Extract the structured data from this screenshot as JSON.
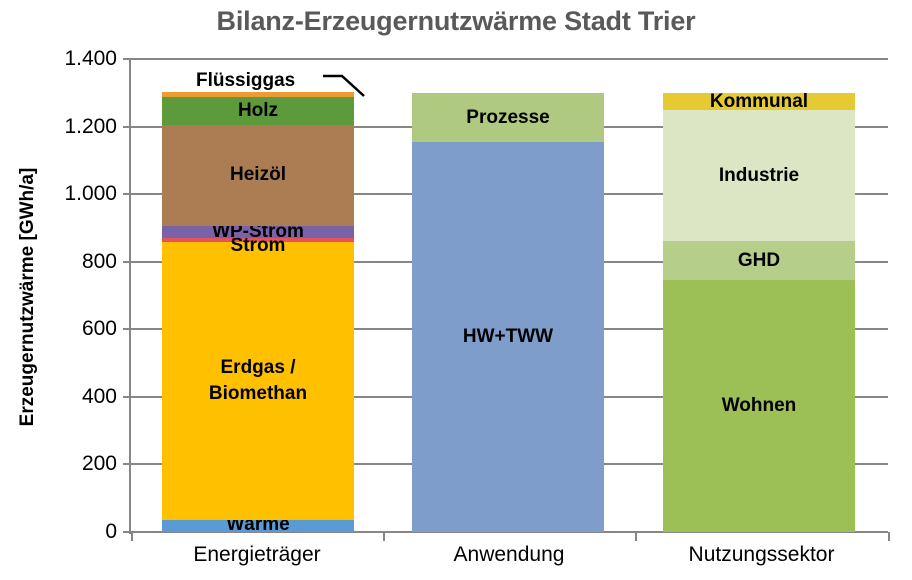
{
  "chart_data": {
    "type": "bar",
    "subtype": "stacked-bar",
    "title": "Bilanz-Erzeugernutzwärme Stadt Trier",
    "xlabel": "",
    "ylabel": "Erzeugernutzwärme [GWh/a]",
    "ylim": [
      0,
      1400
    ],
    "ytick_values": [
      0,
      200,
      400,
      600,
      800,
      1000,
      1200,
      1400
    ],
    "ytick_labels": [
      "0",
      "200",
      "400",
      "600",
      "800",
      "1.000",
      "1.200",
      "1.400"
    ],
    "grid": "horizontal",
    "legend": "none (direct segment labels)",
    "categories": [
      "Energieträger",
      "Anwendung",
      "Nutzungssektor"
    ],
    "stacks": [
      {
        "category": "Energieträger",
        "total": 1302,
        "segments": [
          {
            "label": "Wärme",
            "value": 35,
            "color": "#5B9BD5"
          },
          {
            "label": "Erdgas / Biomethan",
            "value": 823,
            "color": "#FFC000"
          },
          {
            "label": "Strom",
            "value": 12,
            "color": "#E8525C"
          },
          {
            "label": "WP-Strom",
            "value": 36,
            "color": "#7A62A8"
          },
          {
            "label": "Heizöl",
            "value": 299,
            "color": "#AC7D52"
          },
          {
            "label": "Holz",
            "value": 83,
            "color": "#5C9A3C"
          },
          {
            "label": "Flüssiggas",
            "value": 15,
            "color": "#ED9B33"
          }
        ]
      },
      {
        "category": "Anwendung",
        "total": 1299,
        "segments": [
          {
            "label": "HW+TWW",
            "value": 1154,
            "color": "#7F9DCB"
          },
          {
            "label": "Prozesse",
            "value": 145,
            "color": "#AFC980"
          }
        ]
      },
      {
        "category": "Nutzungssektor",
        "total": 1299,
        "segments": [
          {
            "label": "Wohnen",
            "value": 746,
            "color": "#9CBF56"
          },
          {
            "label": "GHD",
            "value": 115,
            "color": "#B5CE8A"
          },
          {
            "label": "Industrie",
            "value": 388,
            "color": "#DCE5C4"
          },
          {
            "label": "Kommunal",
            "value": 50,
            "color": "#E5CB31"
          }
        ]
      }
    ],
    "annotations": [
      {
        "text": "Flüssiggas",
        "target": "Energieträger / Flüssiggas",
        "style": "leader-line"
      }
    ],
    "colors": {
      "title": "#595959",
      "axis": "#868686",
      "grid": "#868686",
      "text": "#000000",
      "background": "#FFFFFF"
    }
  }
}
